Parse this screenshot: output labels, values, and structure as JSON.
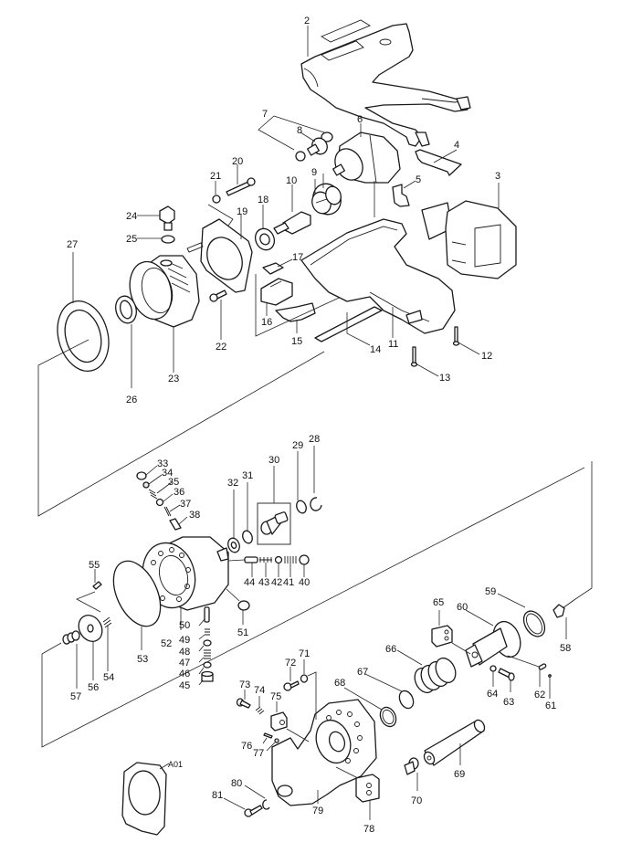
{
  "diagram": {
    "type": "exploded-parts-view",
    "subject": "cordless impact wrench assembly",
    "labels": {
      "p2": "2",
      "p3": "3",
      "p4": "4",
      "p5": "5",
      "p6": "6",
      "p7": "7",
      "p8": "8",
      "p9": "9",
      "p10": "10",
      "p11": "11",
      "p12": "12",
      "p13": "13",
      "p14": "14",
      "p15": "15",
      "p16": "16",
      "p17": "17",
      "p18": "18",
      "p19": "19",
      "p20": "20",
      "p21": "21",
      "p22": "22",
      "p23": "23",
      "p24": "24",
      "p25": "25",
      "p26": "26",
      "p27": "27",
      "p28": "28",
      "p29": "29",
      "p30": "30",
      "p31": "31",
      "p32": "32",
      "p33": "33",
      "p34": "34",
      "p35": "35",
      "p36": "36",
      "p37": "37",
      "p38": "38",
      "p40": "40",
      "p41": "41",
      "p42": "42",
      "p43": "43",
      "p44": "44",
      "p45": "45",
      "p46": "46",
      "p47": "47",
      "p48": "48",
      "p49": "49",
      "p50": "50",
      "p51": "51",
      "p52": "52",
      "p53": "53",
      "p54": "54",
      "p55": "55",
      "p56": "56",
      "p57": "57",
      "p58": "58",
      "p59": "59",
      "p60": "60",
      "p61": "61",
      "p62": "62",
      "p63": "63",
      "p64": "64",
      "p65": "65",
      "p66": "66",
      "p67": "67",
      "p68": "68",
      "p69": "69",
      "p70": "70",
      "p71": "71",
      "p72": "72",
      "p73": "73",
      "p74": "74",
      "p75": "75",
      "p76": "76",
      "p77": "77",
      "p78": "78",
      "p79": "79",
      "p80": "80",
      "p81": "81",
      "a01": "A01"
    }
  }
}
